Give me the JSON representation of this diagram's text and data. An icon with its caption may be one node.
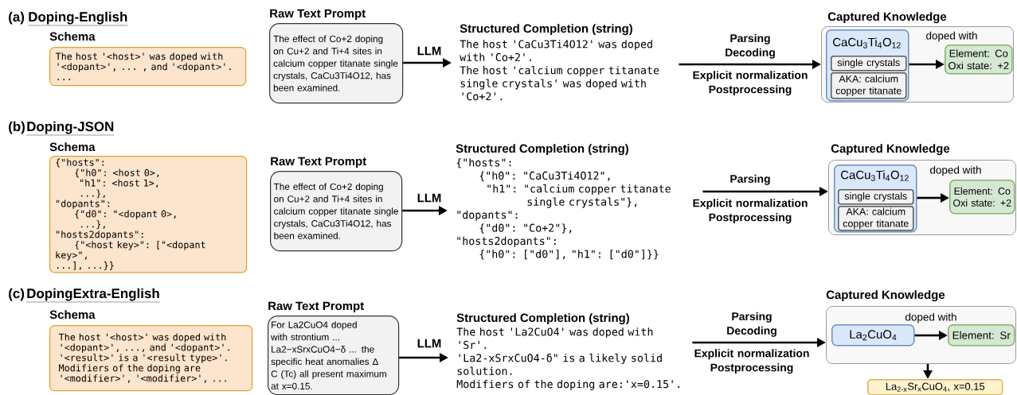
{
  "diagram": {
    "nodes": [
      {
        "text": [
          "Schema",
          "The host '<host>' was doped with '<dopant>', ... , and '<dopant>'.",
          "..."
        ]
      },
      {
        "text": [
          "Raw Text Prompt",
          "The effect of Co+2 doping on Cu+2 and Ti+4 sites in calcium copper titanate single crystals, CaCu3Ti4O12, has been examined."
        ]
      },
      {
        "text": [
          "Structured Completion (string)",
          "The host 'CaCu3Ti4O12' was doped with 'Co+2'.",
          "The host 'calcium copper titanate single crystals' was doped with 'Co+2'."
        ]
      },
      {
        "text": [
          "Captured Knowledge"
        ]
      },
      {
        "text": [
          "CaCu$_{3}$Ti$_{4}$O$_{12}$"
        ],
        "in": 3
      },
      {
        "text": [
          "single crystals"
        ],
        "in": 4
      },
      {
        "text": [
          "AKA: calcium copper titanate"
        ],
        "in": 4
      },
      {
        "text": [
          "Element: Co",
          "Oxi state: +2"
        ],
        "in": 3
      },
      {
        "text": [
          "Schema",
          "{\"hosts\":",
          "{\"h0\": <host 0>,",
          "\"h1\": <host 1>,",
          "...},",
          "\"dopants\":",
          "{\"d0\": \"<dopant 0>,",
          "...},",
          "\"hosts2dopants\":",
          "{\"<host key>\": [\"<dopant key>\",",
          "...], ...}}"
        ]
      },
      {
        "text": [
          "Raw Text Prompt",
          "The effect of Co+2 doping on Cu+2 and Ti+4 sites in calcium copper titanate single crystals, CaCu3Ti4O12, has been examined."
        ]
      },
      {
        "text": [
          "Structured Completion (string)",
          "{\"hosts\":",
          "{\"h0\": \"CaCu3Ti4O12\",",
          "\"h1\": \"calcium copper titanate",
          "single crystals\"},",
          "\"dopants\":",
          "{\"d0\": \"Co+2\"},",
          "\"hosts2dopants\":",
          "{\"h0\": [\"d0\"], \"h1\": [\"d0\"]}}"
        ]
      },
      {
        "text": [
          "Captured Knowledge"
        ]
      },
      {
        "text": [
          "CaCu$_{3}$Ti$_{4}$O$_{12}$"
        ],
        "in": 11
      },
      {
        "text": [
          "single crystals"
        ],
        "in": 12
      },
      {
        "text": [
          "AKA: calcium copper titanate"
        ],
        "in": 12
      },
      {
        "text": [
          "Element: Co",
          "Oxi state: +2"
        ],
        "in": 11
      },
      {
        "text": [
          "Schema",
          "The host '<host>' was doped with '<dopant>', ..., and '<dopant>'.",
          "'<result>' is a '<result type>'.",
          "Modifiers of the doping are '<modifier>', '<modifier>', ..."
        ]
      },
      {
        "text": [
          "Raw Text Prompt",
          "For La2CuO4 doped with strontium ... La2−xSrxCuO4−δ ... the specific heat anomalies Δ C (Tc) all present maximum at x=0.15."
        ]
      },
      {
        "text": [
          "Structured Completion (string)",
          "The host 'La2CuO4' was doped with 'Sr'.",
          "'La2-xSrxCuO4-δ\" is a likely solid solution.",
          "Modifiers of the doping are:'x=0.15'."
        ]
      },
      {
        "text": [
          "Captured Knowledge"
        ]
      },
      {
        "text": [
          "La$_{2}$CuO$_{4}$"
        ],
        "in": 19
      },
      {
        "text": [
          "Element: Sr"
        ],
        "in": 19
      },
      {
        "text": [
          "La$_{2-x}$Sr$_{x}$CuO$_{4}$, x=0.15"
        ]
      }
    ],
    "edges": [
      {
        "from": 1,
        "to": 2,
        "arrow": "to",
        "label": "LLM"
      },
      {
        "from": 2,
        "to": 3,
        "arrow": "to",
        "label": "Parsing Decoding"
      },
      {
        "from": 4,
        "to": 7,
        "arrow": "to",
        "label": "doped with"
      },
      {
        "from": 9,
        "to": 10,
        "arrow": "to",
        "label": "LLM"
      },
      {
        "from": 10,
        "to": 11,
        "arrow": "to",
        "label": "Parsing"
      },
      {
        "from": 12,
        "to": 15,
        "arrow": "to",
        "label": "doped with"
      },
      {
        "from": 17,
        "to": 18,
        "arrow": "to",
        "label": "LLM"
      },
      {
        "from": 18,
        "to": 19,
        "arrow": "to",
        "label": "Parsing Decoding"
      },
      {
        "from": 20,
        "to": 21,
        "arrow": "to",
        "label": "doped with"
      },
      {
        "from": 19,
        "to": 22,
        "arrow": "to"
      }
    ],
    "labels": [
      "(a)",
      "Doping-English",
      "Explicit normalization Postprocessing",
      "(b)",
      "Doping-JSON",
      "Explicit normalization Postprocessing",
      "(c)",
      "DopingExtra-English",
      "Explicit normalization Postprocessing"
    ]
  }
}
